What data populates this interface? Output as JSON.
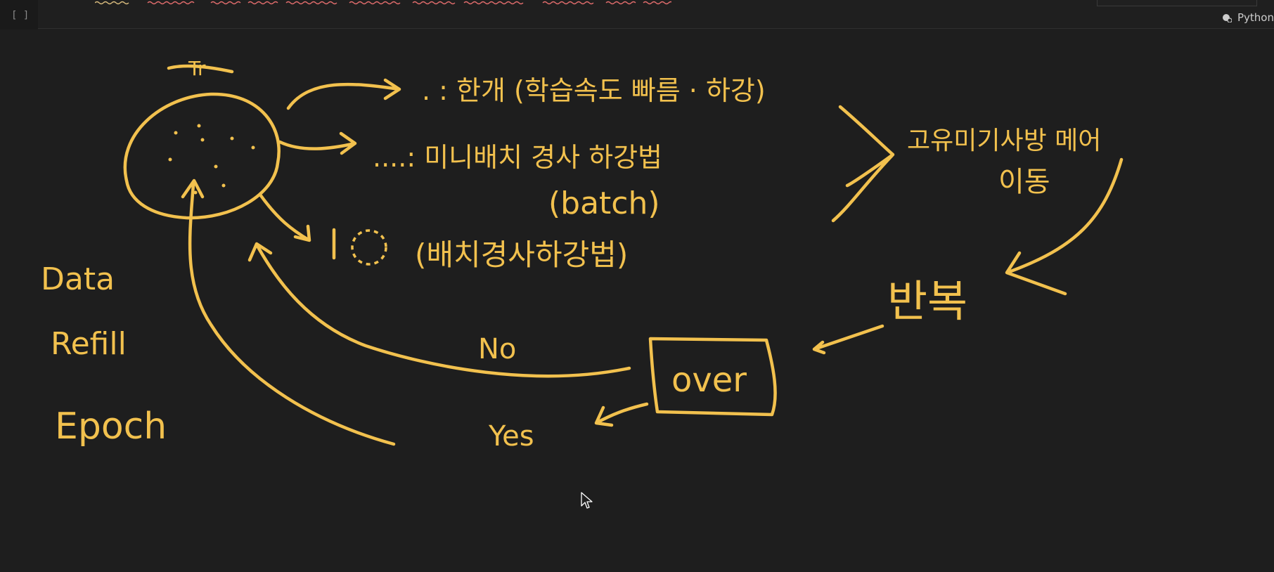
{
  "toolbar": {
    "cell_toggle": "[ ]",
    "kernel_label": "Python"
  },
  "colors": {
    "ink": "#f2c14e",
    "background": "#1e1e1e"
  },
  "icons": [
    "cell-collapse-icon",
    "kernel-status-icon",
    "mouse-pointer-icon"
  ],
  "drawing": {
    "top_label": "Tr",
    "branch_1": ". : 한개 (학습속도 빠름 · 하강)",
    "branch_2_line1": "....: 미니배치 경사 하강법",
    "branch_2_line2": "(batch)",
    "branch_3": "(배치경사하강법)",
    "merge_note_line1": "고유미기사방 메어",
    "merge_note_line2": "이동",
    "repeat": "반복",
    "decision": "over",
    "no_label": "No",
    "yes_label": "Yes",
    "side_label_1": "Data",
    "side_label_2": "Refill",
    "side_label_3": "Epoch"
  }
}
